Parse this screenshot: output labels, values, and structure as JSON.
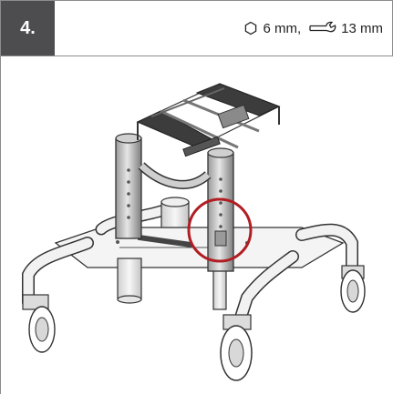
{
  "step": {
    "number": "4."
  },
  "tools": {
    "hex_key": {
      "icon": "hex-key-icon",
      "size": "6 mm,"
    },
    "wrench": {
      "icon": "wrench-icon",
      "size": "13 mm"
    }
  },
  "colors": {
    "badge": "#4d4d4f",
    "highlight": "#b01e23",
    "frame": "#8c8c8c"
  }
}
